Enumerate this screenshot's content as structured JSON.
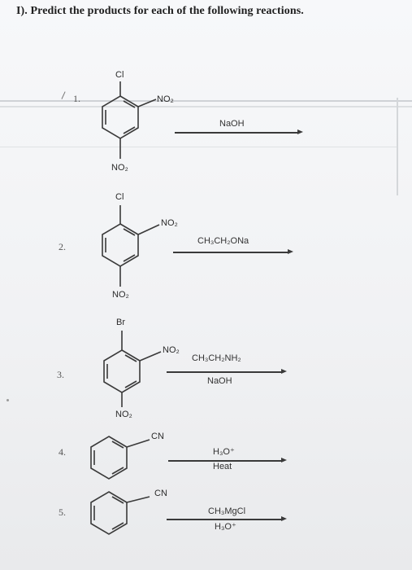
{
  "heading": "I). Predict the products for each of the following reactions.",
  "reactions": [
    {
      "number": "1.",
      "substituents": {
        "top": "Cl",
        "ortho": "NO₂",
        "para": "NO₂"
      },
      "reagents": [
        "NaOH"
      ]
    },
    {
      "number": "2.",
      "substituents": {
        "top": "Cl",
        "ortho": "NO₂",
        "para": "NO₂"
      },
      "reagents": [
        "CH₃CH₂ONa"
      ]
    },
    {
      "number": "3.",
      "substituents": {
        "top": "Br",
        "ortho": "NO₂",
        "para": "NO₂"
      },
      "reagents": [
        "CH₃CH₂NH₂",
        "NaOH"
      ]
    },
    {
      "number": "4.",
      "substituents": {
        "side": "CN"
      },
      "reagents": [
        "H₃O⁺",
        "Heat"
      ]
    },
    {
      "number": "5.",
      "substituents": {
        "side": "CN"
      },
      "reagents": [
        "CH₃MgCl",
        "H₃O⁺"
      ]
    }
  ]
}
